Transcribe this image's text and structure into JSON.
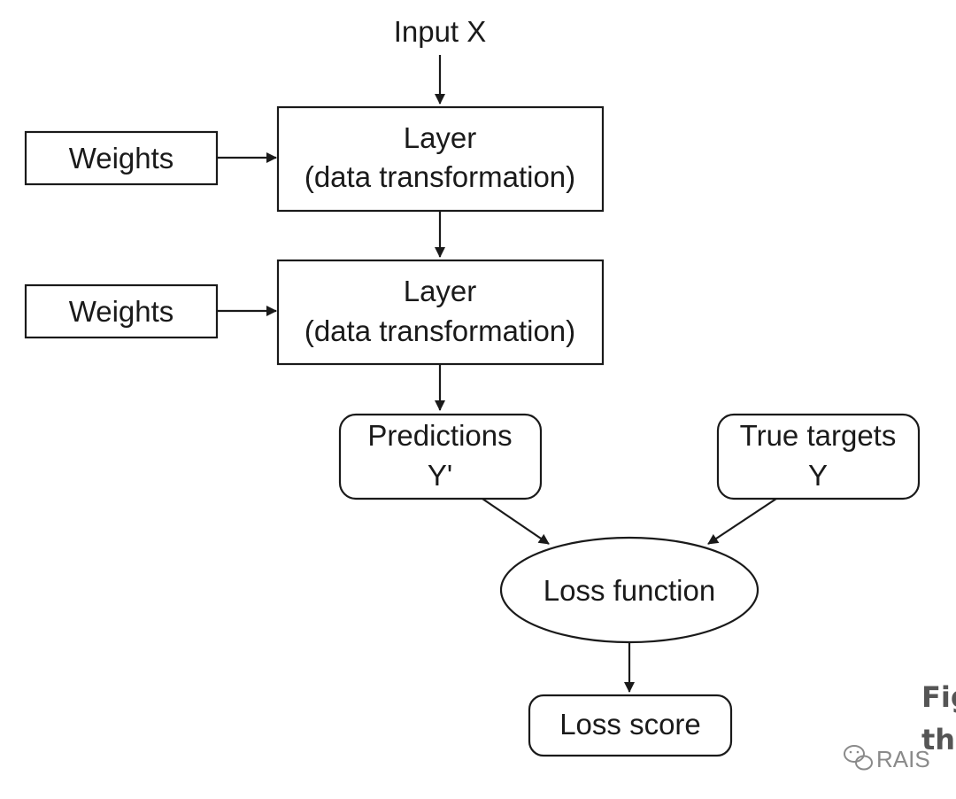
{
  "nodes": {
    "input": {
      "label": "Input X"
    },
    "weights_1": {
      "label": "Weights"
    },
    "layer_1": {
      "line1": "Layer",
      "line2": "(data transformation)"
    },
    "weights_2": {
      "label": "Weights"
    },
    "layer_2": {
      "line1": "Layer",
      "line2": "(data transformation)"
    },
    "predictions": {
      "line1": "Predictions",
      "line2": "Y'"
    },
    "true_targets": {
      "line1": "True targets",
      "line2": "Y"
    },
    "loss_function": {
      "label": "Loss function"
    },
    "loss_score": {
      "label": "Loss score"
    }
  },
  "edges": [
    {
      "from": "input",
      "to": "layer_1"
    },
    {
      "from": "weights_1",
      "to": "layer_1"
    },
    {
      "from": "layer_1",
      "to": "layer_2"
    },
    {
      "from": "weights_2",
      "to": "layer_2"
    },
    {
      "from": "layer_2",
      "to": "predictions"
    },
    {
      "from": "predictions",
      "to": "loss_function"
    },
    {
      "from": "true_targets",
      "to": "loss_function"
    },
    {
      "from": "loss_function",
      "to": "loss_score"
    }
  ],
  "caption": {
    "line1": "Fig",
    "line2": "th"
  },
  "watermark": {
    "text": "RAIS",
    "icon": "wechat-icon"
  }
}
